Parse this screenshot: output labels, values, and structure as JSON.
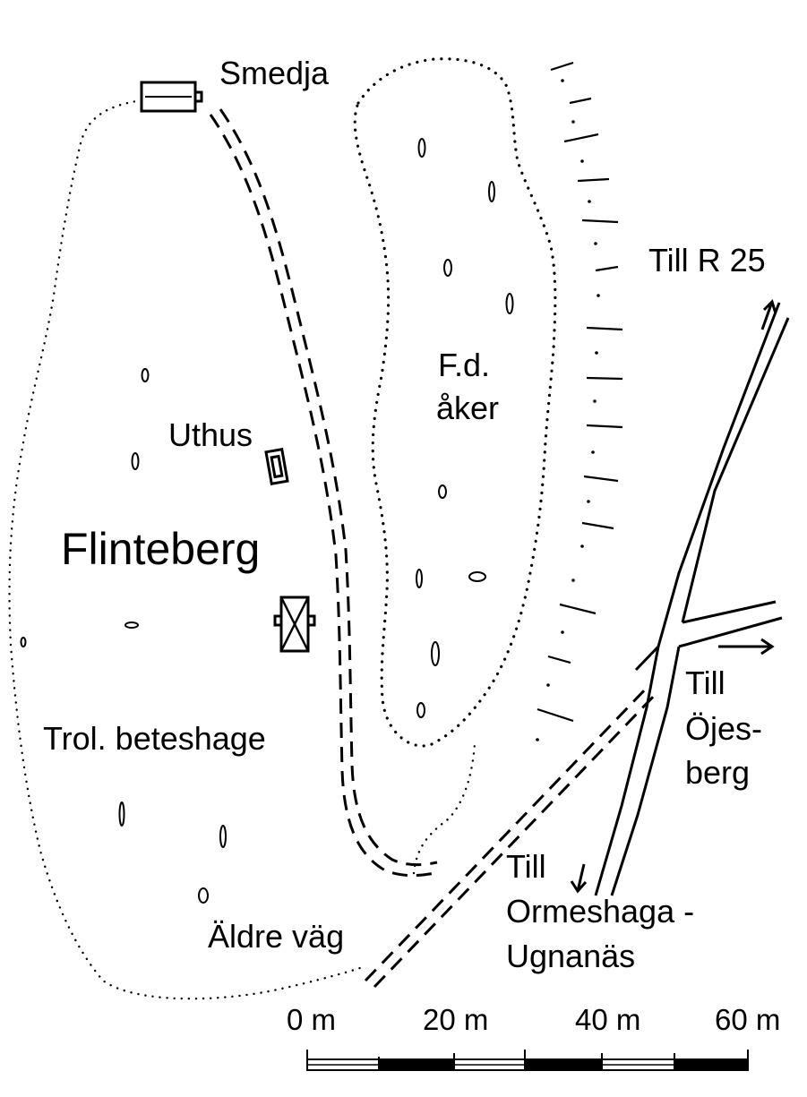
{
  "labels": {
    "smedja": "Smedja",
    "uthus": "Uthus",
    "flinteberg": "Flinteberg",
    "fd": "F.d.",
    "aker": "åker",
    "beteshage": "Trol. beteshage",
    "aldre_vag": "Äldre väg",
    "till_r25": "Till R 25",
    "till_ojesberg_1": "Till",
    "till_ojesberg_2": "Öjes-",
    "till_ojesberg_3": "berg",
    "till_ormeshaga_1": "Till",
    "till_ormeshaga_2": "Ormeshaga -",
    "till_ormeshaga_3": "Ugnanäs"
  },
  "scale": {
    "ticks": [
      "0 m",
      "20 m",
      "40 m",
      "60 m"
    ]
  }
}
